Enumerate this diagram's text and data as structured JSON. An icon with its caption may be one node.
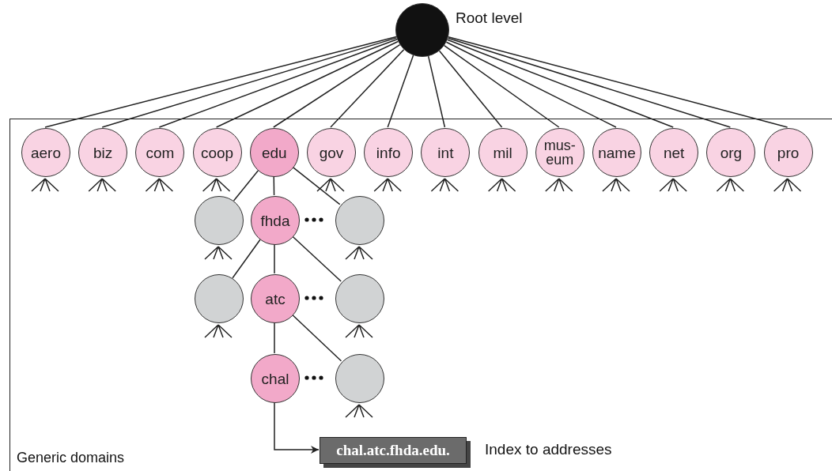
{
  "diagram": {
    "nodes": [
      {
        "text": [],
        "shape": "circle",
        "beside": [
          "Root level"
        ]
      },
      {
        "text": [
          "Generic domains"
        ]
      },
      {
        "text": [
          "aero"
        ],
        "in": 1
      },
      {
        "text": [
          "biz"
        ],
        "in": 1
      },
      {
        "text": [
          "com"
        ],
        "in": 1
      },
      {
        "text": [
          "coop"
        ],
        "in": 1
      },
      {
        "text": [
          "edu"
        ],
        "in": 1
      },
      {
        "text": [
          "gov"
        ],
        "in": 1
      },
      {
        "text": [
          "info"
        ],
        "in": 1
      },
      {
        "text": [
          "int"
        ],
        "in": 1
      },
      {
        "text": [
          "mil"
        ],
        "in": 1
      },
      {
        "text": [
          "mus- eum"
        ],
        "in": 1
      },
      {
        "text": [
          "name"
        ],
        "in": 1
      },
      {
        "text": [
          "net"
        ],
        "in": 1
      },
      {
        "text": [
          "org"
        ],
        "in": 1
      },
      {
        "text": [
          "pro"
        ],
        "in": 1
      },
      {
        "text": [],
        "shape": "circle",
        "in": 1
      },
      {
        "text": [
          "fhda"
        ],
        "in": 1
      },
      {
        "text": [],
        "shape": "circle",
        "in": 1
      },
      {
        "text": [],
        "shape": "circle",
        "in": 1
      },
      {
        "text": [
          "atc"
        ],
        "in": 1
      },
      {
        "text": [],
        "shape": "circle",
        "in": 1
      },
      {
        "text": [
          "chal"
        ],
        "in": 1
      },
      {
        "text": [],
        "shape": "circle",
        "in": 1
      },
      {
        "text": [
          "chal.atc.fhda.edu."
        ],
        "in": 1,
        "beside": [
          "Index to addresses"
        ]
      }
    ],
    "edges": [
      {
        "from": 0,
        "to": 2,
        "arrow": "none"
      },
      {
        "from": 0,
        "to": 3,
        "arrow": "none"
      },
      {
        "from": 0,
        "to": 4,
        "arrow": "none"
      },
      {
        "from": 0,
        "to": 5,
        "arrow": "none"
      },
      {
        "from": 0,
        "to": 6,
        "arrow": "none"
      },
      {
        "from": 0,
        "to": 7,
        "arrow": "none"
      },
      {
        "from": 0,
        "to": 8,
        "arrow": "none"
      },
      {
        "from": 0,
        "to": 9,
        "arrow": "none"
      },
      {
        "from": 0,
        "to": 10,
        "arrow": "none"
      },
      {
        "from": 0,
        "to": 11,
        "arrow": "none"
      },
      {
        "from": 0,
        "to": 12,
        "arrow": "none"
      },
      {
        "from": 0,
        "to": 13,
        "arrow": "none"
      },
      {
        "from": 0,
        "to": 14,
        "arrow": "none"
      },
      {
        "from": 0,
        "to": 15,
        "arrow": "none"
      },
      {
        "from": 6,
        "to": 16,
        "arrow": "none"
      },
      {
        "from": 6,
        "to": 17,
        "arrow": "none"
      },
      {
        "from": 6,
        "to": 18,
        "arrow": "none"
      },
      {
        "from": 17,
        "to": 19,
        "arrow": "none"
      },
      {
        "from": 17,
        "to": 20,
        "arrow": "none"
      },
      {
        "from": 17,
        "to": 21,
        "arrow": "none"
      },
      {
        "from": 20,
        "to": 22,
        "arrow": "none"
      },
      {
        "from": 20,
        "to": 23,
        "arrow": "none"
      },
      {
        "from": 22,
        "to": 24,
        "arrow": "to"
      }
    ]
  }
}
